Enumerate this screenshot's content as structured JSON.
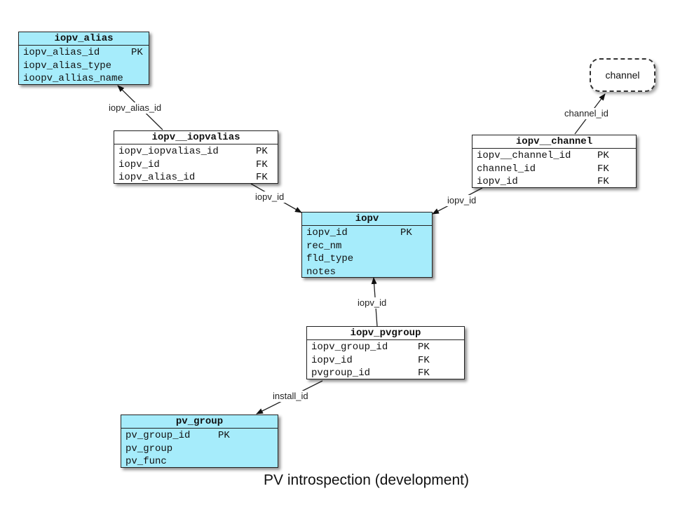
{
  "tables": {
    "iopv_alias": {
      "title": "iopv_alias",
      "rows": [
        {
          "name": "iopv_alias_id",
          "key": "PK"
        },
        {
          "name": "iopv_alias_type",
          "key": ""
        },
        {
          "name": "ioopv_allias_name",
          "key": ""
        }
      ]
    },
    "iopv_iopvalias": {
      "title": "iopv__iopvalias",
      "rows": [
        {
          "name": "iopv_iopvalias_id",
          "key": "PK"
        },
        {
          "name": "iopv_id",
          "key": "FK"
        },
        {
          "name": "iopv_alias_id",
          "key": "FK"
        }
      ]
    },
    "iopv_channel": {
      "title": "iopv__channel",
      "rows": [
        {
          "name": "iopv__channel_id",
          "key": "PK"
        },
        {
          "name": "channel_id",
          "key": "FK"
        },
        {
          "name": "iopv_id",
          "key": "FK"
        }
      ]
    },
    "iopv": {
      "title": "iopv",
      "rows": [
        {
          "name": "iopv_id",
          "key": "PK"
        },
        {
          "name": "rec_nm",
          "key": ""
        },
        {
          "name": "fld_type",
          "key": ""
        },
        {
          "name": "notes",
          "key": ""
        }
      ]
    },
    "iopv_pvgroup": {
      "title": "iopv_pvgroup",
      "rows": [
        {
          "name": "iopv_group_id",
          "key": "PK"
        },
        {
          "name": "iopv_id",
          "key": "FK"
        },
        {
          "name": "pvgroup_id",
          "key": "FK"
        }
      ]
    },
    "pv_group": {
      "title": "pv_group",
      "rows": [
        {
          "name": "pv_group_id",
          "key": "PK"
        },
        {
          "name": "pv_group",
          "key": ""
        },
        {
          "name": "pv_func",
          "key": ""
        }
      ]
    }
  },
  "external": {
    "channel": "channel"
  },
  "edge_labels": {
    "alias_to_iopvalias": "iopv_alias_id",
    "iopvalias_to_iopv": "iopv_id",
    "channel_to_iopv": "iopv_id",
    "channel_ext": "channel_id",
    "pvgroup_to_iopv": "iopv_id",
    "pvgroup_to_pv_group": "install_id"
  },
  "caption": "PV introspection (development)",
  "colors": {
    "entity_fill": "#a6ecfb",
    "plain_fill": "#ffffff",
    "line": "#222222"
  }
}
